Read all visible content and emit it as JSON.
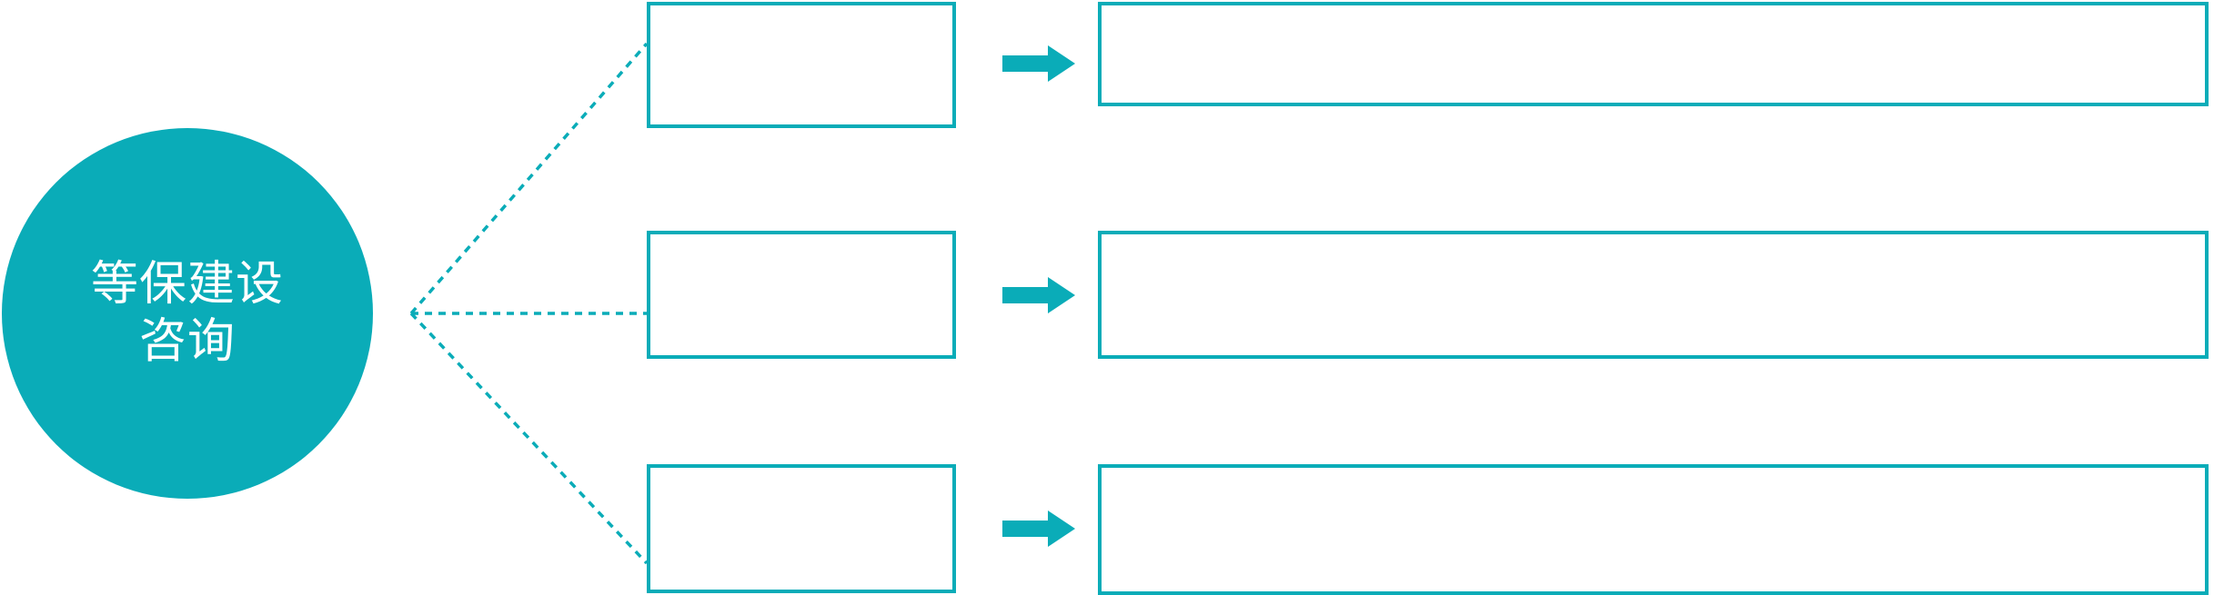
{
  "diagram": {
    "type": "hub-and-spoke-process",
    "background_color": "#FFFFFF",
    "accent_color": "#0AACB8",
    "hub": {
      "label": "等保建设\n咨询",
      "shape": "circle",
      "fill_color": "#0AACB8",
      "text_color": "#FFFFFF"
    },
    "connector": {
      "style": "dotted",
      "color": "#0AACB8",
      "branch_count": 3
    },
    "arrow_icon_name": "right-arrow-icon",
    "rows": [
      {
        "stage_label": "",
        "detail_label": "",
        "arrow": "→"
      },
      {
        "stage_label": "",
        "detail_label": "",
        "arrow": "→"
      },
      {
        "stage_label": "",
        "detail_label": "",
        "arrow": "→"
      }
    ]
  }
}
